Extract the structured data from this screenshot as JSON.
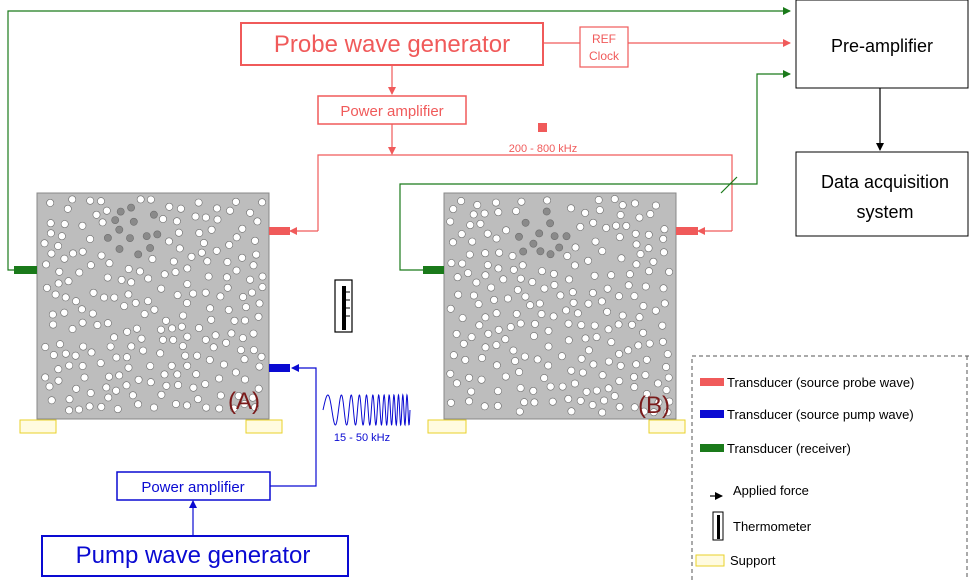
{
  "colors": {
    "probe": "#f05a5a",
    "pump": "#0a0ad2",
    "receiver": "#1a7a1a",
    "black": "#000000",
    "sample": "#bdbdbd",
    "support": "#e8d22a",
    "support_fill": "#fffbe0",
    "pore": "#ffffff",
    "pore_dark": "#8a8a8a"
  },
  "probe_generator": {
    "label": "Probe wave generator"
  },
  "ref_clock": {
    "line1": "REF",
    "line2": "Clock"
  },
  "probe_amplifier": {
    "label": "Power amplifier"
  },
  "probe_frequency": {
    "label": "200 - 800 kHz"
  },
  "pre_amplifier": {
    "label": "Pre-amplifier"
  },
  "daq": {
    "line1": "Data acquisition",
    "line2": "system"
  },
  "sample_a": {
    "label": "(A)"
  },
  "sample_b": {
    "label": "(B)"
  },
  "pump_frequency": {
    "label": "15 - 50 kHz"
  },
  "pump_amplifier": {
    "label": "Power amplifier"
  },
  "pump_generator": {
    "label": "Pump wave generator"
  },
  "legend": {
    "items": [
      {
        "label": "Transducer (source probe wave)",
        "icon": "probe-transducer-icon"
      },
      {
        "label": "Transducer (source pump wave)",
        "icon": "pump-transducer-icon"
      },
      {
        "label": "Transducer (receiver)",
        "icon": "receiver-transducer-icon"
      },
      {
        "label": "Applied force",
        "icon": "arrow-icon"
      },
      {
        "label": "Thermometer",
        "icon": "thermometer-icon"
      },
      {
        "label": "Support",
        "icon": "support-icon"
      }
    ]
  }
}
